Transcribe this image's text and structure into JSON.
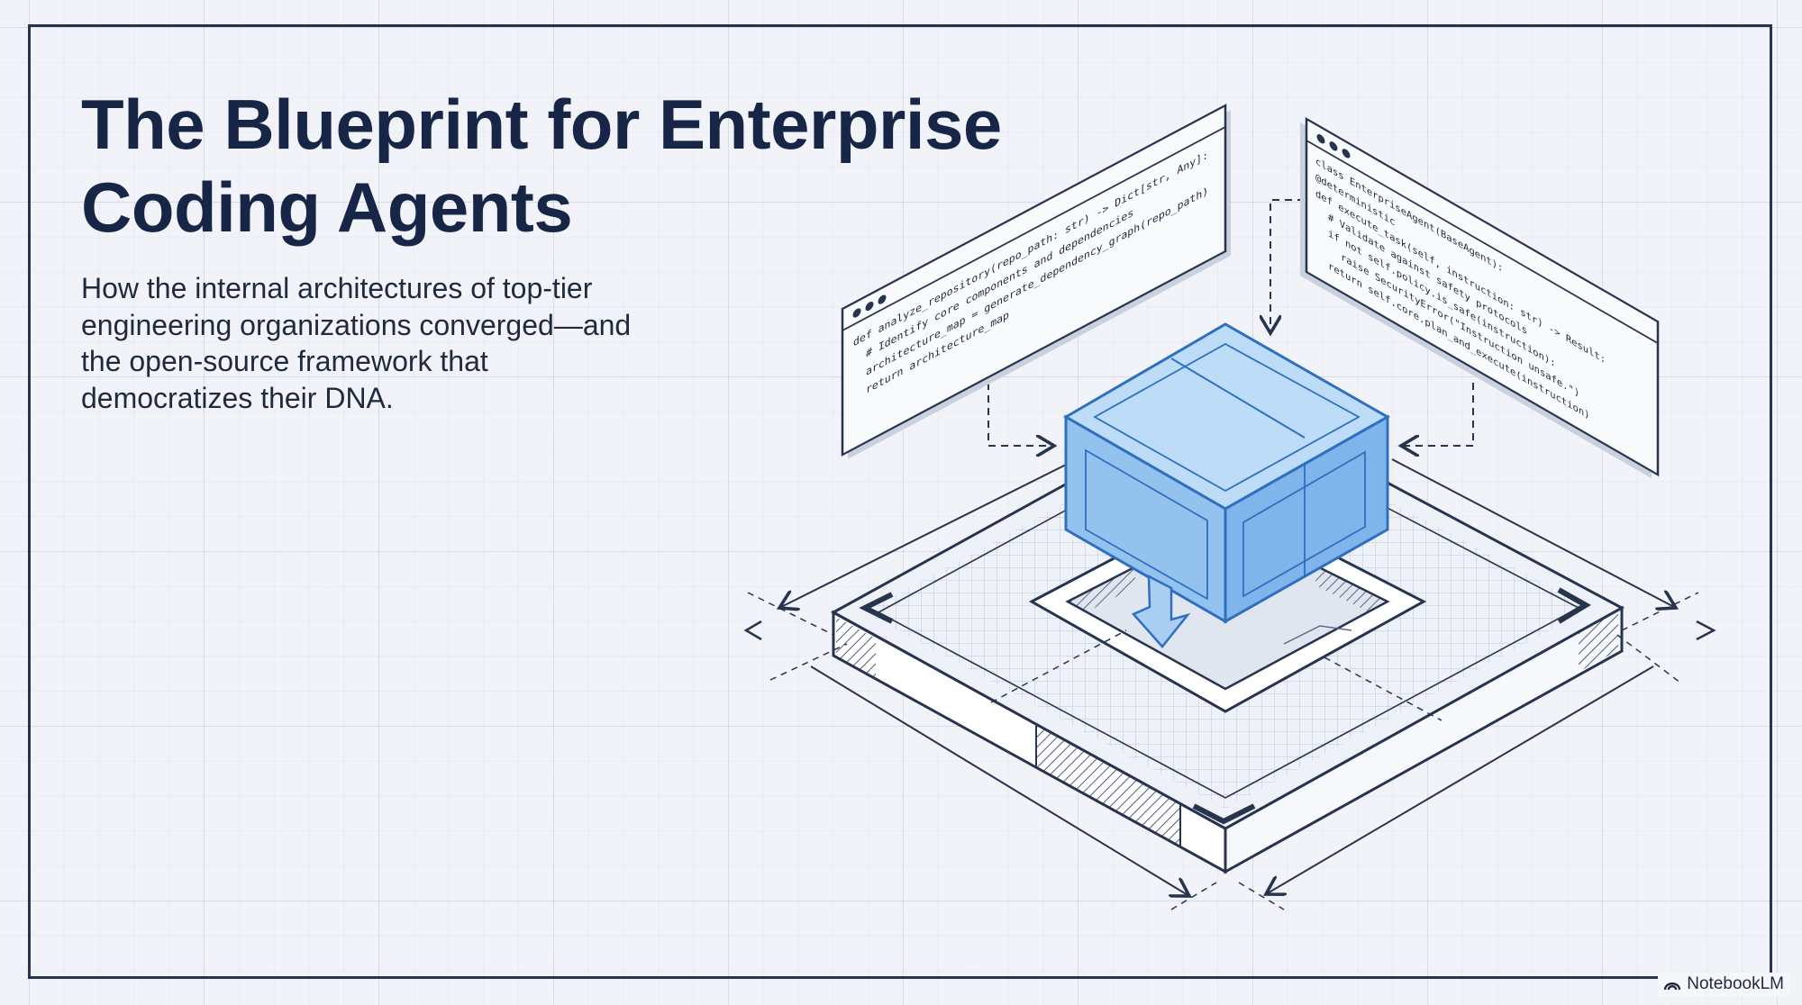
{
  "slide": {
    "title_line1": "The Blueprint for Enterprise",
    "title_line2": "Coding Agents",
    "subtitle_line1": "How the internal architectures of top-tier",
    "subtitle_line2": "engineering organizations converged—and",
    "subtitle_line3": "the open-source framework that",
    "subtitle_line4": "democratizes their DNA."
  },
  "code_panel_left": {
    "lines": [
      "def analyze_repository(repo_path: str) -> Dict[str, Any]:",
      "# Identify core components and dependencies",
      "architecture_map = generate_dependency_graph(repo_path)",
      "return architecture_map"
    ]
  },
  "code_panel_right": {
    "lines": [
      "class EnterpriseAgent(BaseAgent):",
      "@deterministic",
      "def execute_task(self, instruction: str) -> Result:",
      "# Validate against safety protocols",
      "if not self.policy.is_safe(instruction):",
      "raise SecurityError(\"Instruction unsafe.\")",
      "return self.core.plan_and_execute(instruction)"
    ]
  },
  "brand": {
    "label": "NotebookLM"
  },
  "colors": {
    "ink": "#172646",
    "line": "#27344d",
    "cube_fill": "#a9cef2",
    "cube_stroke": "#2f6fbf",
    "background": "#f1f3f8"
  }
}
